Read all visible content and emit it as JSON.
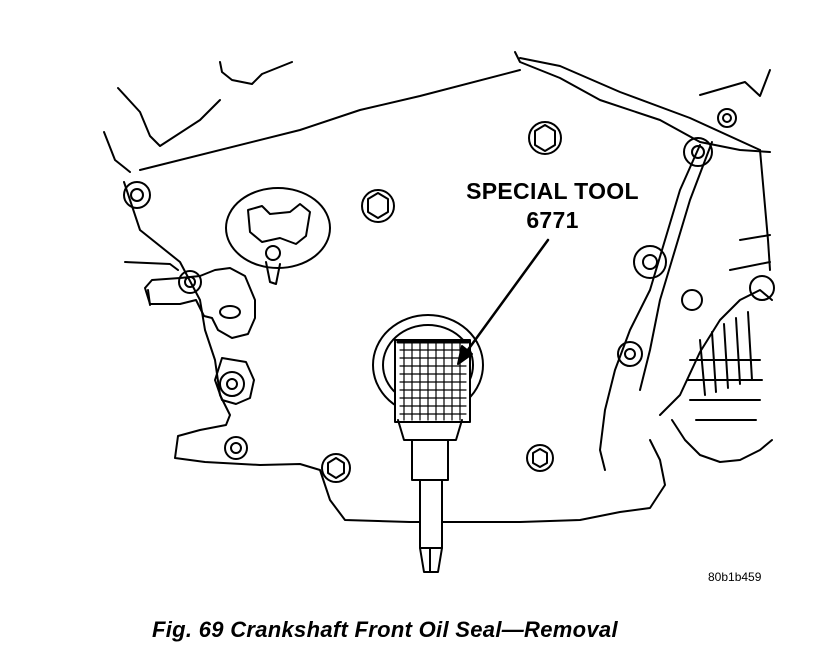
{
  "callout": {
    "line1": "SPECIAL TOOL",
    "line2": "6771"
  },
  "figure_code": "80b1b459",
  "caption": "Fig. 69 Crankshaft Front Oil Seal—Removal",
  "colors": {
    "ink": "#000000",
    "paper": "#ffffff"
  }
}
